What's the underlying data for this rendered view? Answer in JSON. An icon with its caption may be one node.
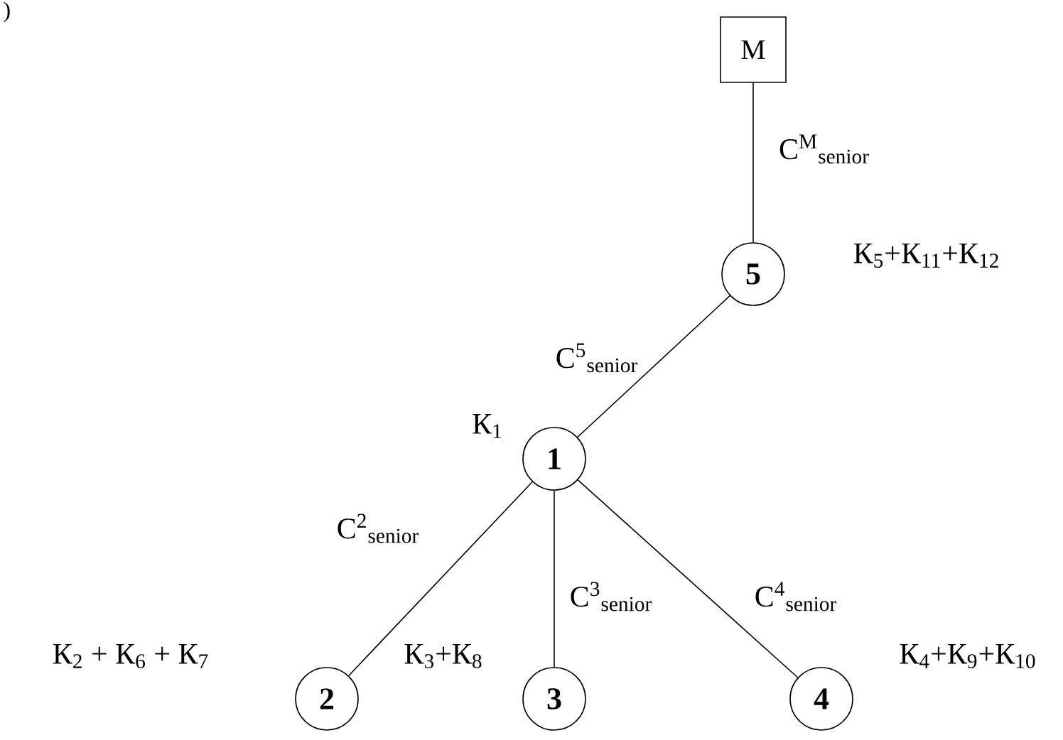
{
  "diagram": {
    "nodes": [
      {
        "text": [
          "M"
        ]
      },
      {
        "text": [
          "5"
        ],
        "beside": [
          "К$_{5}$+К$_{11}$+К$_{12}$"
        ]
      },
      {
        "text": [
          "1"
        ],
        "beside": [
          "К$_{1}$"
        ]
      },
      {
        "text": [
          "2"
        ],
        "beside": [
          "К$_{2}$ + К$_{6}$ + К$_{7}$"
        ]
      },
      {
        "text": [
          "3"
        ],
        "beside": [
          "К$_{3}$+К$_{8}$"
        ]
      },
      {
        "text": [
          "4"
        ],
        "beside": [
          "К$_{4}$+К$_{9}$+К$_{10}$"
        ]
      }
    ],
    "edges": [
      {
        "from": 0,
        "to": 1,
        "arrow": "none",
        "label": "C$^{M}$$_{senior}$"
      },
      {
        "from": 1,
        "to": 2,
        "arrow": "none",
        "label": "C$^{5}$$_{senior}$"
      },
      {
        "from": 2,
        "to": 3,
        "arrow": "none",
        "label": "C$^{2}$$_{senior}$"
      },
      {
        "from": 2,
        "to": 4,
        "arrow": "none",
        "label": "C$^{3}$$_{senior}$"
      },
      {
        "from": 2,
        "to": 5,
        "arrow": "none",
        "label": "C$^{4}$$_{senior}$"
      }
    ],
    "labels": [
      ")"
    ]
  }
}
